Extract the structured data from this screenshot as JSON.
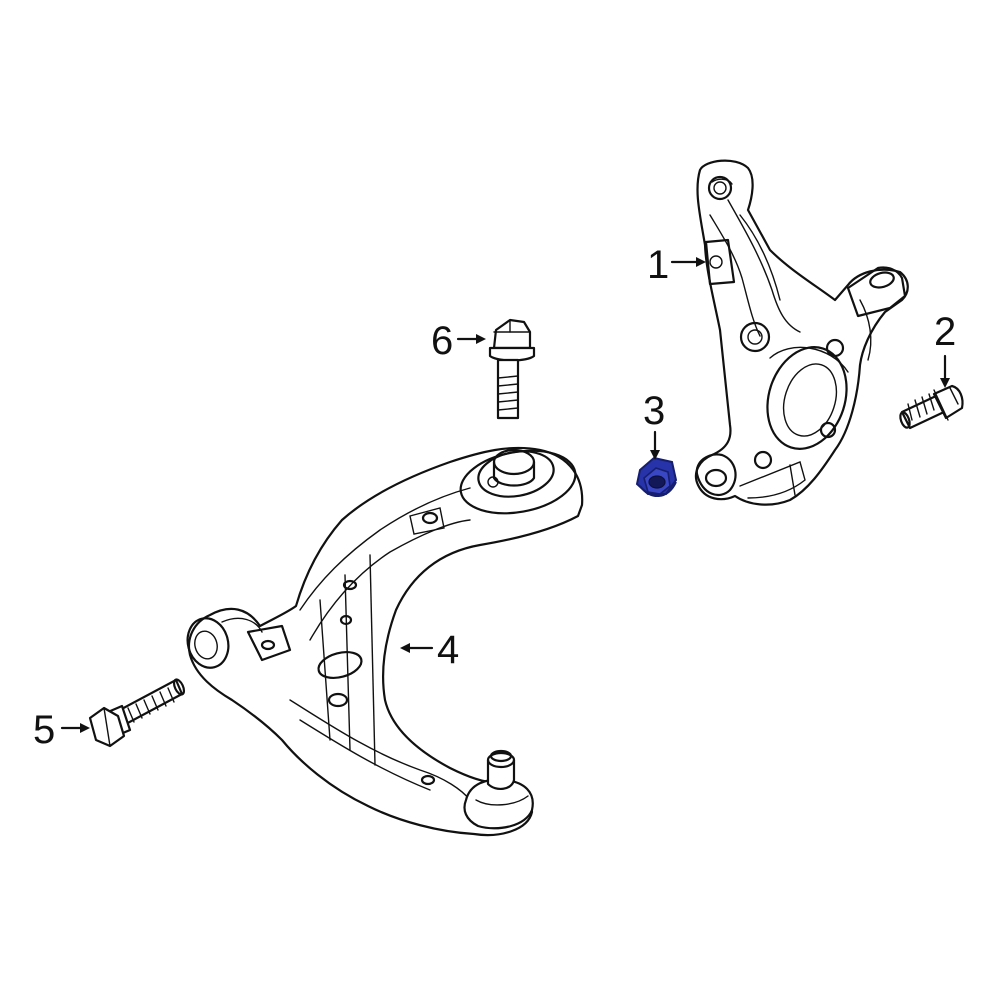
{
  "diagram": {
    "colors": {
      "line": "#111111",
      "background": "#ffffff",
      "highlight": "#2733a8",
      "highlight_dark": "#161e70"
    },
    "callouts": [
      {
        "id": "1",
        "label": "1",
        "part": "steering-knuckle"
      },
      {
        "id": "2",
        "label": "2",
        "part": "knuckle-bolt"
      },
      {
        "id": "3",
        "label": "3",
        "part": "hex-nut",
        "highlighted": true
      },
      {
        "id": "4",
        "label": "4",
        "part": "lower-control-arm"
      },
      {
        "id": "5",
        "label": "5",
        "part": "arm-rear-bolt"
      },
      {
        "id": "6",
        "label": "6",
        "part": "arm-front-bolt"
      }
    ]
  }
}
